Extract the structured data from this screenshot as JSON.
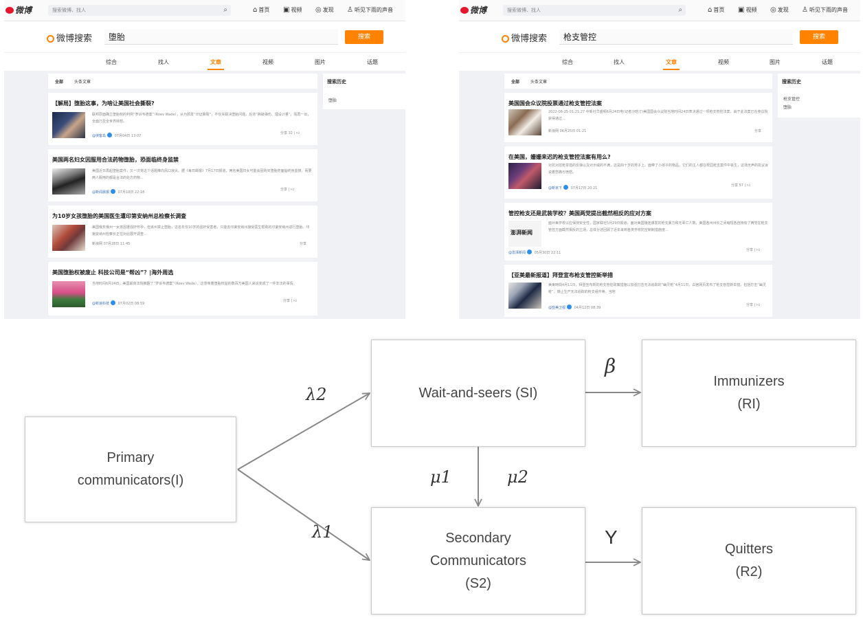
{
  "weibo_left": {
    "logo": "微博",
    "top_search_placeholder": "搜索微博、找人",
    "nav": [
      "首页",
      "视频",
      "发现",
      "听见下雨的声音"
    ],
    "search_logo": "微博搜索",
    "query": "堕胎",
    "search_button": "搜索",
    "tabs": [
      "综合",
      "找人",
      "文章",
      "视频",
      "图片",
      "话题"
    ],
    "active_tab": "文章",
    "subtabs": [
      "全部",
      "头条文章"
    ],
    "side_title": "搜索历史",
    "side_items": [
      "堕胎"
    ],
    "cards": [
      {
        "title": "【解局】堕胎这事，为啥让美国社会撕裂?",
        "text": "联邦层面确立堕胎权的判例“罗诉韦德案”（Roev Wade），从为颁发“印证撕裂”，不仅关联决堕胎问题，后背“撕破弹伤、埋设计量”，而再一出，全面乃至全世界转想。",
        "author": "@侠客岛",
        "time": "07月04日 13:07",
        "share": "分享 32"
      },
      {
        "title": "美国两名妇女因服用合法药物堕胎，恐面临终身监禁",
        "text": "美国近日再起堕胎案件，又一次将这个话题推向风口浪尖。据《每日邮报》7月17日报道，两名美国妇女可能会因购买堕胎药面临终身监禁，而要两人服用的都是合法的处方药物...",
        "author": "@新闻晨报",
        "time": "07月18日 22:18",
        "share": "分享"
      },
      {
        "title": "为10岁女孩堕胎的美国医生遭印第安纳州总检察长调查",
        "text": "美国俄亥俄州一女孩因遭强奸怀孕，但该州禁止堕胎，这名年仅10岁的强奸受害者，只能去印第安纳州接受医生帮助的印第安纳州进行堕胎。印第安纳州检察长正在对此展开调查...",
        "author": "新浪网",
        "time": "07月28日 11:45",
        "share": "分享"
      },
      {
        "title": "美国堕胎权被废止 科技公司是“帮凶”？|海外周选",
        "text": "当地时间6月24日，美国最高法院推翻了“罗诉韦德案”（Roev Wade），这意味着堕胎权益的数百万美国人来说变成了一件非法的事情。",
        "author": "@新浪科技",
        "time": "07月02日 08:59",
        "share": "分享"
      }
    ]
  },
  "weibo_right": {
    "logo": "微博",
    "top_search_placeholder": "搜索微博、找人",
    "nav": [
      "首页",
      "视频",
      "发现",
      "听见下雨的声音"
    ],
    "search_logo": "微博搜索",
    "query": "枪支管控",
    "search_button": "搜索",
    "tabs": [
      "综合",
      "找人",
      "文章",
      "视频",
      "图片",
      "话题"
    ],
    "active_tab": "文章",
    "subtabs": [
      "全部",
      "头条文章"
    ],
    "side_title": "搜索历史",
    "side_items": [
      "枪支管控",
      "堕胎"
    ],
    "cards": [
      {
        "title": "美国国会众议院投票通过枪支管控法案",
        "text": "2022-06-25 01:21:27 中新社华盛顿6月24日电(记者沙晗汀)美国国会众议院当地时间24日表决通过一项枪支管控法案，由于此法案已在参议院获得通过...",
        "author": "新浪网",
        "time": "06月25日 01:21",
        "share": "分享"
      },
      {
        "title": "在美国，姗姗来迟的枪支管控法案有用么?",
        "text": "对抗对控枪举措的反弹以及对示威的不满，这是四十岁的男子上。面带了小孩子的物品，它们的主人都在校园枪支案件中丧生，这场无声的抗议诉说着悲痛与愤怒。",
        "author": "@新京下",
        "time": "07月17日 20:21",
        "share": "分享 57"
      },
      {
        "title": "管控枪支还是武装学校？美国两党提出截然相反的应对方案",
        "text": "面对美学校以应保持安全性，国家联社5月29日报道，面对美国接连爆发的枪支暴力和无辜亡人数，美国各州州长之间缩短各自持有了两党在枪支管控方面截然相反的立场，总体分述回顾了近年来到各类学校防空制制措施度...",
        "author": "@澎湃新闻",
        "time": "05月30日 22:11",
        "share": "分享",
        "thumb_text": "澎湃新闻"
      },
      {
        "title": "【亚美最新报道】拜登宣布枪支管控新举措",
        "text": "美東時間4月11日，拜登宣布新的枪支管控政策措施以加强打击无法追踪的“幽灵枪”4月11日，白宫网页发布了枪支管控新举措，包括打击“幽灵枪”，禁止生产无法追踪的枪支组件等。当地",
        "author": "@亚美卫视",
        "time": "04月12日 08:39",
        "share": "分享"
      }
    ]
  },
  "diagram": {
    "nodes": {
      "primary": [
        "Primary",
        "communicators(I)"
      ],
      "wait": [
        "Wait-and-seers (SI)"
      ],
      "immunizers": [
        "Immunizers",
        "(RI)"
      ],
      "secondary": [
        "Secondary",
        "Communicators",
        "(S2)"
      ],
      "quitters": [
        "Quitters",
        "(R2)"
      ]
    },
    "edge_labels": {
      "lambda2": "λ2",
      "lambda1": "λ1",
      "beta": "β",
      "mu1": "μ1",
      "mu2": "μ2",
      "gamma": "Y"
    }
  }
}
